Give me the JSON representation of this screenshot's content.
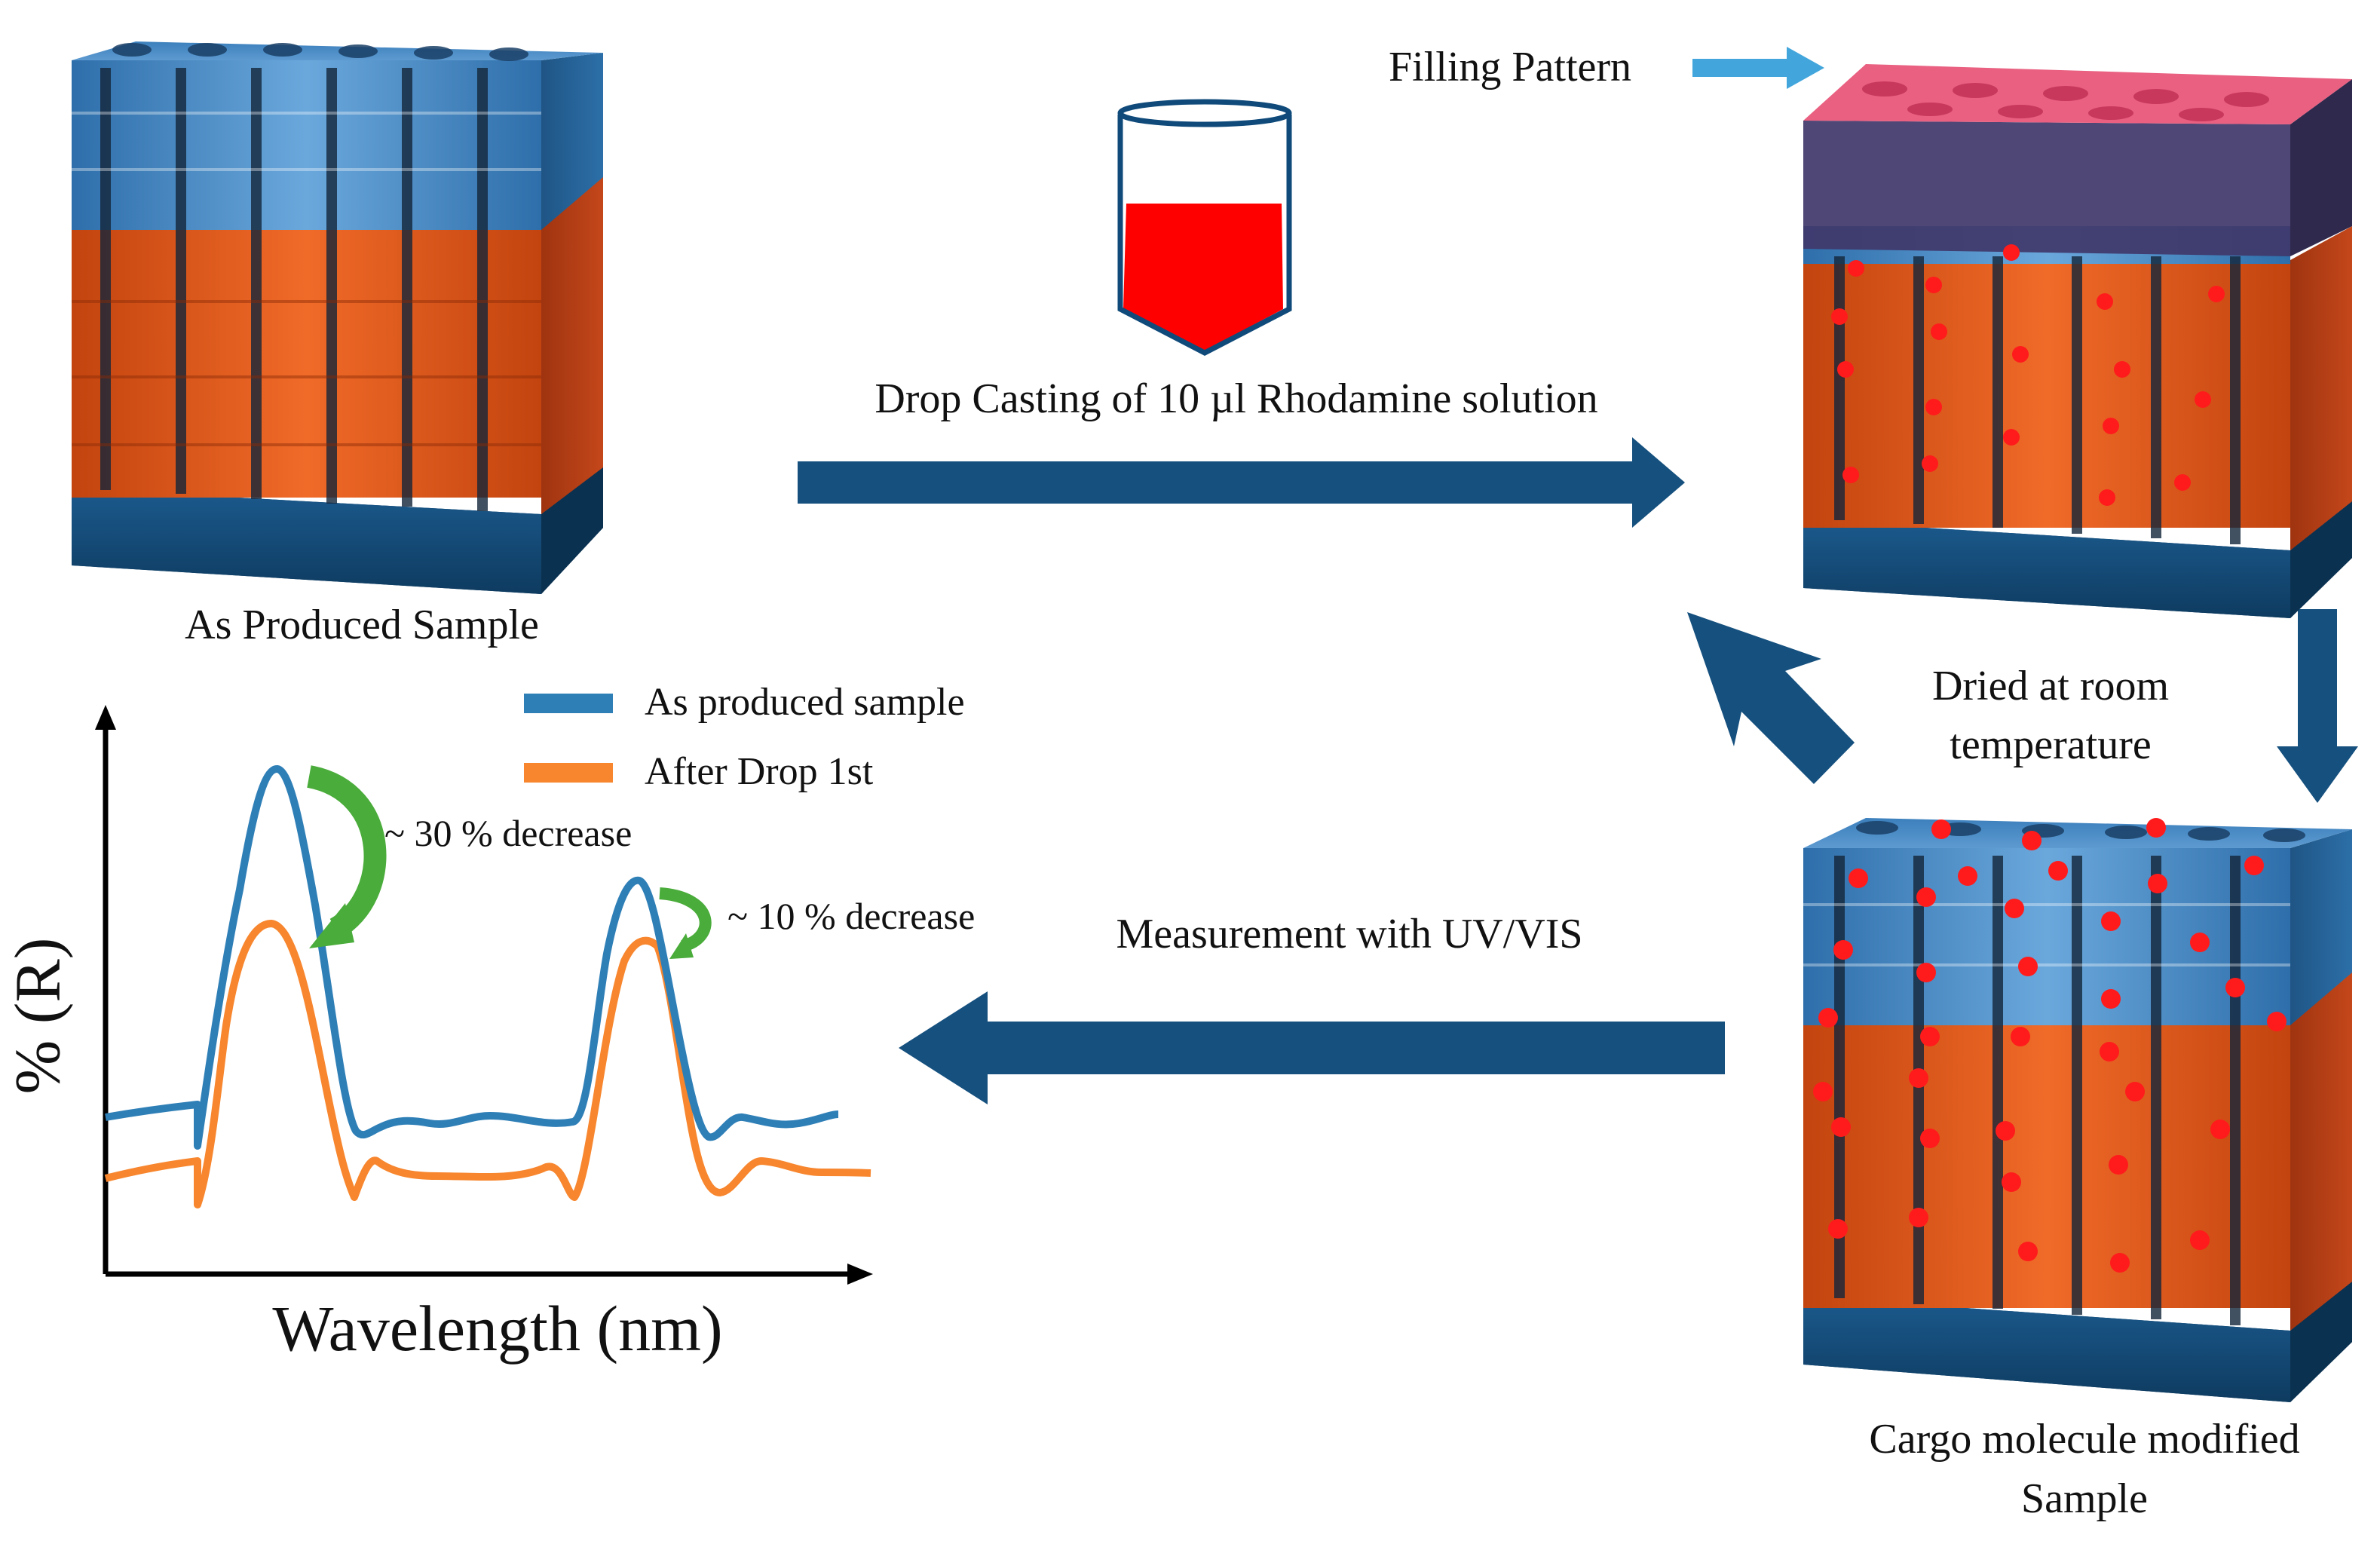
{
  "labels": {
    "as_produced_sample": "As Produced Sample",
    "filling_pattern": "Filling Pattern",
    "drop_casting": "Drop Casting of 10 µl Rhodamine solution",
    "dried_line1": "Dried at room",
    "dried_line2": "temperature",
    "measurement": "Measurement with UV/VIS",
    "cargo_line1": "Cargo molecule modified",
    "cargo_line2": "Sample"
  },
  "chart": {
    "xlabel": "Wavelength (nm)",
    "ylabel": "% (R)",
    "legend": [
      {
        "name": "As produced sample",
        "color": "#2f7fb7"
      },
      {
        "name": "After Drop 1st",
        "color": "#f7862e"
      }
    ],
    "annotations": {
      "peak1": "~ 30 % decrease",
      "peak2": "~ 10 % decrease"
    }
  },
  "colors": {
    "arrow_navy": "#15507e",
    "filling_arrow": "#42a6dc",
    "rhodamine_red": "#ff0000",
    "porous_top_blue": "#3f86c4",
    "porous_orange": "#e2541a",
    "substrate_navy": "#0f3f66",
    "annotation_green": "#4aac3a",
    "axis_black": "#000000"
  }
}
